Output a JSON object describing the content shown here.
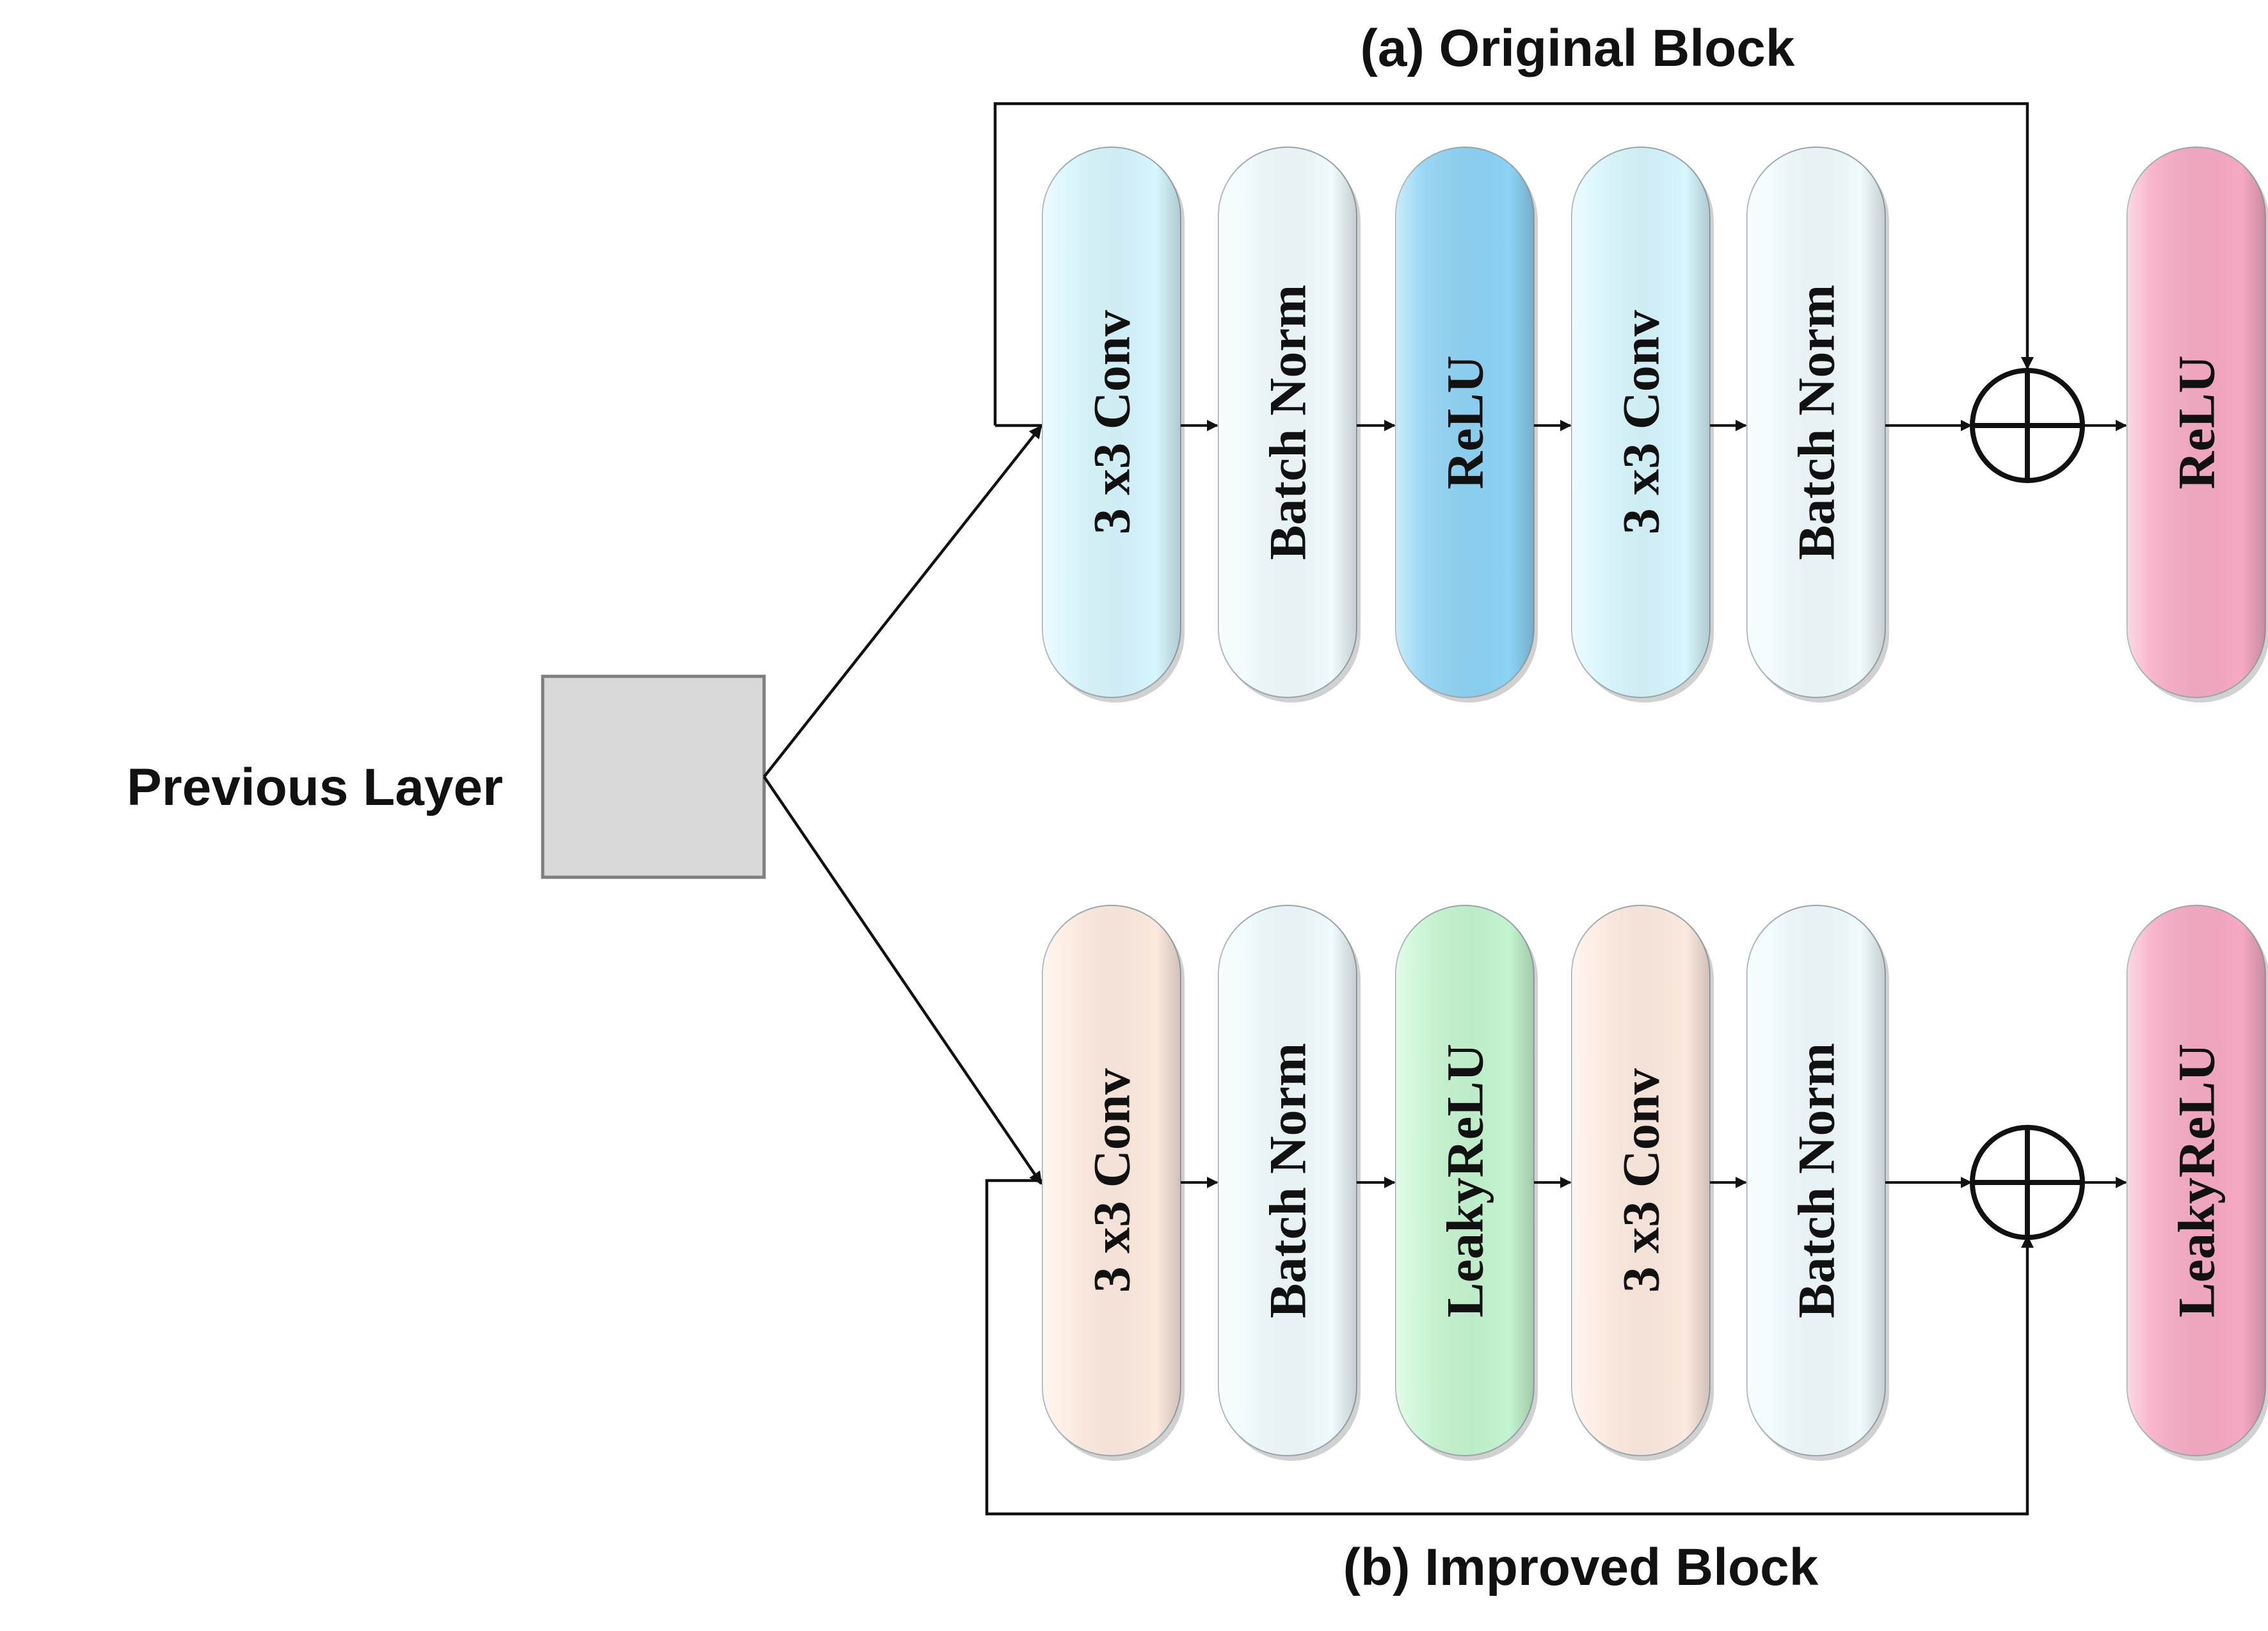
{
  "input": {
    "label": "Previous Layer"
  },
  "blocks": [
    {
      "title": "(a) Original Block",
      "layers": [
        {
          "label": "3 x3 Conv",
          "color": "#d7f6fe"
        },
        {
          "label": "Batch Norm",
          "color": "#f0fbfe"
        },
        {
          "label": "ReLU",
          "color": "#8dd3f5"
        },
        {
          "label": "3 x3 Conv",
          "color": "#d7f6fe"
        },
        {
          "label": "Batch Norm",
          "color": "#f0fbfe"
        }
      ],
      "output": {
        "label": "ReLU",
        "color": "#f7a9c4"
      },
      "merge_symbol": "add"
    },
    {
      "title": "(b) Improved Block",
      "layers": [
        {
          "label": "3 x3 Conv",
          "color": "#fdeadf"
        },
        {
          "label": "Batch Norm",
          "color": "#f0fbfe"
        },
        {
          "label": "LeakyReLU",
          "color": "#c4f5d0"
        },
        {
          "label": "3 x3 Conv",
          "color": "#fdeadf"
        },
        {
          "label": "Batch Norm",
          "color": "#f0fbfe"
        }
      ],
      "output": {
        "label": "LeakyReLU",
        "color": "#f7a9c4"
      },
      "merge_symbol": "add"
    }
  ]
}
